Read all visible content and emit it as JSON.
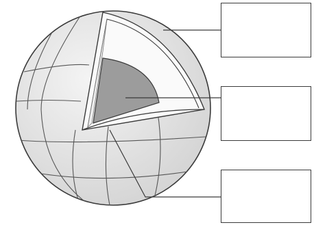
{
  "diagram": {
    "parts": [
      {
        "id": "crust",
        "icon": "thin-outer-shell"
      },
      {
        "id": "core",
        "icon": "inner-core-wedge"
      },
      {
        "id": "mantle",
        "icon": "globe-surface"
      }
    ],
    "labels": {
      "crust": "",
      "core": "",
      "mantle": ""
    },
    "colors": {
      "core_fill": "#9c9c9c",
      "globe_fill": "#e6e6e6",
      "cutaway_fill": "#fafafa",
      "line": "#3a3a3a"
    }
  }
}
